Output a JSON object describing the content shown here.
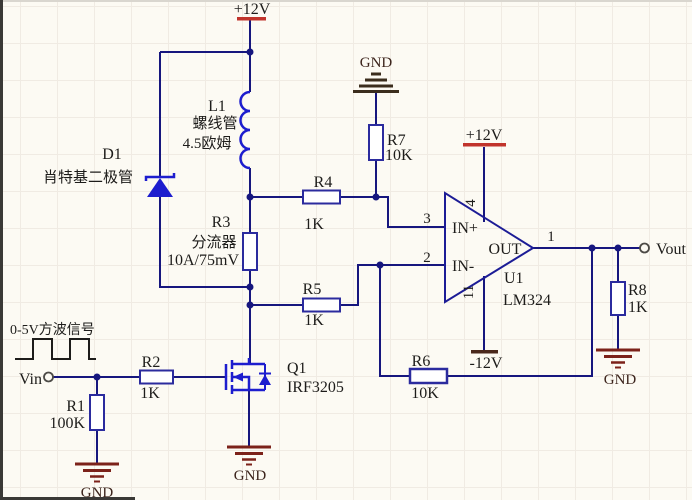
{
  "power": {
    "vcc_main": "+12V",
    "vcc_u1": "+12V",
    "vee_u1": "-12V",
    "gnd_r7": "GND",
    "gnd_r1": "GND",
    "gnd_q1": "GND",
    "gnd_r8": "GND"
  },
  "ports": {
    "vin": "Vin",
    "vout": "Vout"
  },
  "annotations": {
    "signal": "0-5V方波信号"
  },
  "components": {
    "l1": {
      "ref": "L1",
      "desc": "螺线管",
      "value": "4.5欧姆"
    },
    "d1": {
      "ref": "D1",
      "desc": "肖特基二极管"
    },
    "r1": {
      "ref": "R1",
      "value": "100K"
    },
    "r2": {
      "ref": "R2",
      "value": "1K"
    },
    "r3": {
      "ref": "R3",
      "desc": "分流器",
      "value": "10A/75mV"
    },
    "r4": {
      "ref": "R4",
      "value": "1K"
    },
    "r5": {
      "ref": "R5",
      "value": "1K"
    },
    "r6": {
      "ref": "R6",
      "value": "10K"
    },
    "r7": {
      "ref": "R7",
      "value": "10K"
    },
    "r8": {
      "ref": "R8",
      "value": "1K"
    },
    "q1": {
      "ref": "Q1",
      "value": "IRF3205"
    },
    "u1": {
      "ref": "U1",
      "value": "LM324",
      "labels": {
        "in_plus": "IN+",
        "in_minus": "IN-",
        "out": "OUT"
      },
      "pins": {
        "inp": "3",
        "inn": "2",
        "vcc": "4",
        "vee": "11",
        "out": "1"
      }
    }
  },
  "colors": {
    "wire": "#16167e",
    "component_blue": "#1d1dce",
    "resistor_outline": "#2b2b9e",
    "power_red": "#c1342c",
    "ground_red": "#7c221a",
    "text": "#1d1c1a",
    "background": "#fcfaf3"
  }
}
